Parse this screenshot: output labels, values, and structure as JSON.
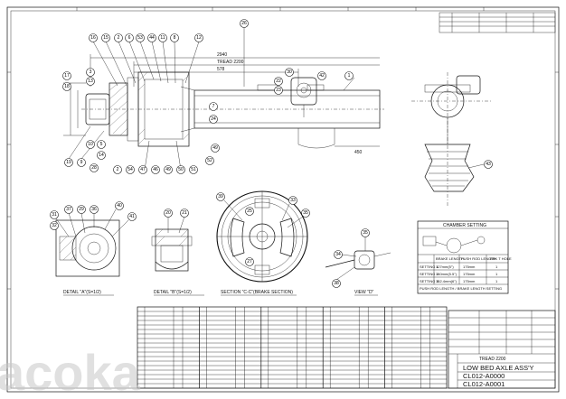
{
  "dimensions": {
    "overall": "2940",
    "tread": "TREAD 2200",
    "inner": "578",
    "bottom": "450"
  },
  "balloons_top": [
    "16",
    "15",
    "2",
    "6",
    "53",
    "44",
    "11",
    "8",
    "12",
    "26"
  ],
  "balloons_left": [
    "17",
    "18",
    "3",
    "13",
    "10",
    "5",
    "14"
  ],
  "balloons_bottom": [
    "19",
    "9",
    "28",
    "2",
    "54",
    "47",
    "46",
    "49",
    "50",
    "51"
  ],
  "balloons_right_hub": [
    "7",
    "24",
    "52",
    "49"
  ],
  "balloons_axle": [
    "1",
    "42",
    "30",
    "22",
    "23"
  ],
  "balloons_detail_a": [
    "31",
    "32",
    "37",
    "29",
    "36",
    "40",
    "41"
  ],
  "balloons_detail_b": [
    "20",
    "21"
  ],
  "balloons_section_c": [
    "39",
    "33",
    "35",
    "25",
    "27"
  ],
  "balloons_view_d": [
    "34",
    "38",
    "35"
  ],
  "balloons_right_view": [
    "43"
  ],
  "views": {
    "detail_a": "DETAIL \"A\"(S=1/2)",
    "detail_b": "DETAIL \"B\"(S=1/2)",
    "section_c": "SECTION \"C-C\"(BRAKE SECTION)",
    "view_d": "VIEW \"D\""
  },
  "chamber": {
    "title": "CHAMBER SETTING",
    "col_headers": [
      "BRAKE LENGTH",
      "PUSH ROD LENGTH",
      "BRK T HOLE"
    ],
    "rows": [
      {
        "label": "SETTING 1",
        "a": "127mm(5\")",
        "b": "175mm",
        "c": "1"
      },
      {
        "label": "SETTING 2",
        "a": "140mm(5.5\")",
        "b": "175mm",
        "c": "1"
      },
      {
        "label": "SETTING 3",
        "a": "152.4mm(6\")",
        "b": "175mm",
        "c": "1"
      }
    ],
    "note": "PUSH ROD LENGTH / BRAKE LENGTH SETTING"
  },
  "title_block": {
    "tread": "TREAD 2200",
    "name": "LOW BED AXLE ASS'Y",
    "code1": "CL012-A0000",
    "code2": "CL012-A0001"
  },
  "watermark": "acoka",
  "colors": {
    "line": "#111111",
    "background": "#ffffff",
    "watermark": "#c8c8c8"
  }
}
